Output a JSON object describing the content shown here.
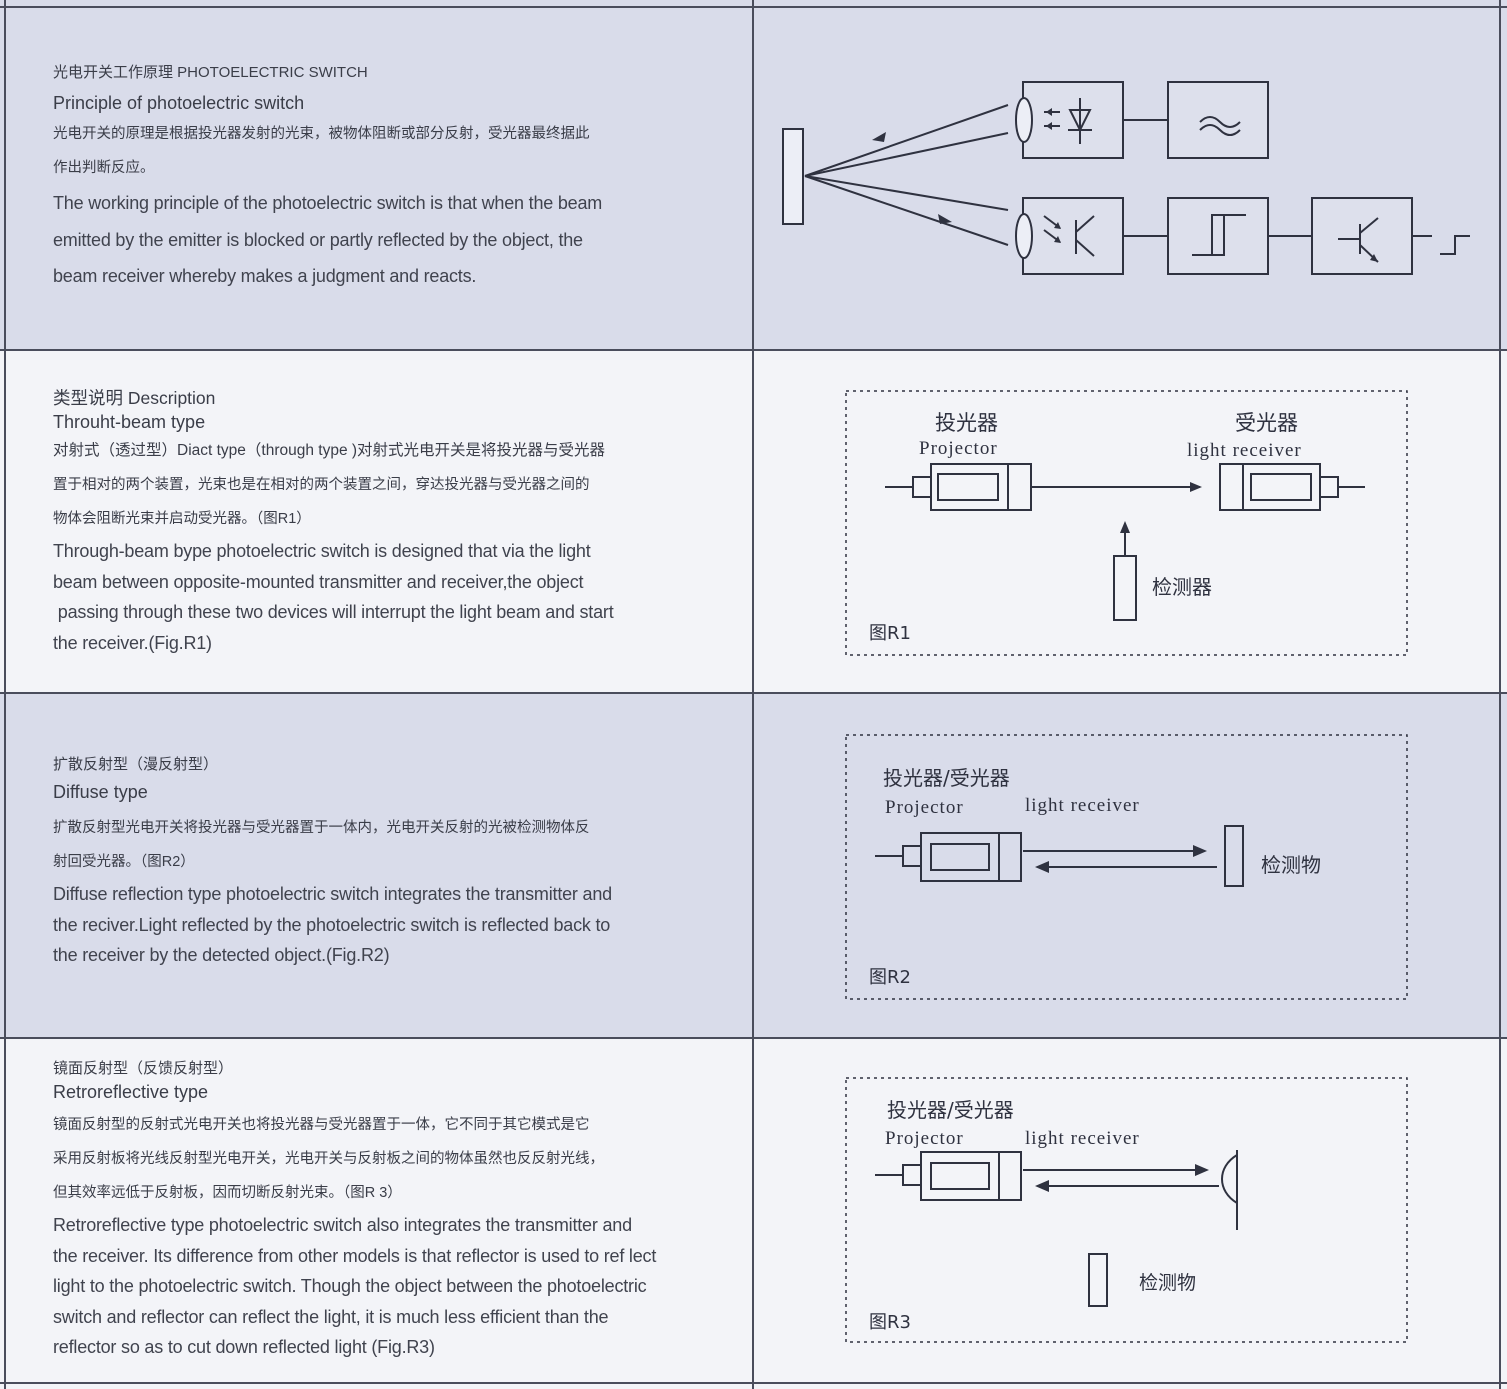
{
  "section1": {
    "cn_title": "光电开关工作原理 PHOTOELECTRIC SWITCH",
    "en_title": "Principle of photoelectric switch",
    "cn_lines": [
      "光电开关的原理是根据投光器发射的光束，被物体阻断或部分反射，受光器最终据此",
      "作出判断反应。"
    ],
    "en_lines": [
      "The working principle of the photoelectric switch is that when the beam",
      "emitted by the emitter is blocked or partly reflected by the object, the",
      "beam receiver whereby makes a judgment and reacts."
    ]
  },
  "section2": {
    "cn_title": "类型说明 Description",
    "en_title": "Throuht-beam type",
    "cn_lines": [
      "对射式（透过型）Diact type（through type )对射式光电开关是将投光器与受光器",
      "置于相对的两个装置，光束也是在相对的两个装置之间，穿达投光器与受光器之间的",
      "物体会阻断光束并启动受光器。（图R1）"
    ],
    "en_lines": [
      "Through-beam bype photoelectric switch is designed that via the light",
      "beam between opposite-mounted transmitter and receiver,the object",
      " passing through these two devices will interrupt the light beam and start",
      "the receiver.(Fig.R1)"
    ],
    "figure": {
      "projector_cn": "投光器",
      "projector_en": "Projector",
      "receiver_cn": "受光器",
      "receiver_en": "light receiver",
      "detector": "检测器",
      "caption": "图R1"
    }
  },
  "section3": {
    "cn_title": "扩散反射型（漫反射型）",
    "en_title": "Diffuse type",
    "cn_lines": [
      "扩散反射型光电开关将投光器与受光器置于一体内，光电开关反射的光被检测物体反",
      "射回受光器。（图R2）"
    ],
    "en_lines": [
      "Diffuse reflection type photoelectric switch integrates the transmitter and",
      "the reciver.Light reflected by the photoelectric switch is reflected back to",
      "the receiver by the detected object.(Fig.R2)"
    ],
    "figure": {
      "combined_cn": "投光器/受光器",
      "projector_en": "Projector",
      "receiver_en": "light receiver",
      "object": "检测物",
      "caption": "图R2"
    }
  },
  "section4": {
    "cn_title": "镜面反射型（反馈反射型）",
    "en_title": "Retroreflective type",
    "cn_lines": [
      "镜面反射型的反射式光电开关也将投光器与受光器置于一体，它不同于其它模式是它",
      "采用反射板将光线反射型光电开关，光电开关与反射板之间的物体虽然也反反射光线，",
      "但其效率远低于反射板，因而切断反射光束。（图R 3）"
    ],
    "en_lines": [
      "Retroreflective type photoelectric switch also integrates the transmitter and",
      "the receiver. Its difference from other models is that reflector is used to ref lect",
      "light to the photoelectric switch. Though the object between the photoelectric",
      "switch and reflector can reflect the light, it is much less efficient than the",
      "reflector so as to cut down reflected light (Fig.R3)"
    ],
    "figure": {
      "combined_cn": "投光器/受光器",
      "projector_en": "Projector",
      "receiver_en": "light receiver",
      "object": "检测物",
      "caption": "图R3"
    }
  },
  "colors": {
    "band_dark": "#d9dcea",
    "band_light": "#f3f4f8",
    "line": "#4a4d5c",
    "text": "#3a3d48"
  }
}
